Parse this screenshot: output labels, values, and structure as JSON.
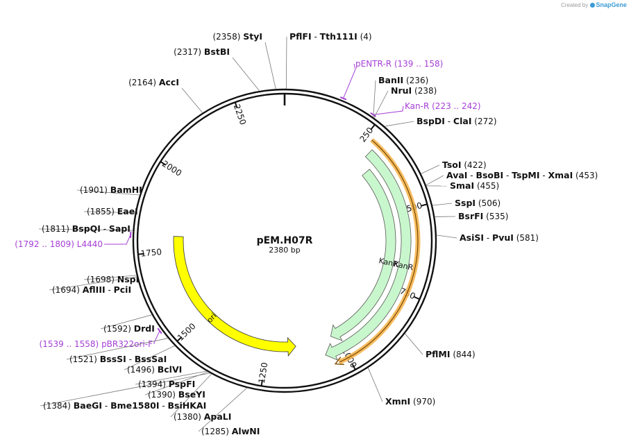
{
  "credit": {
    "prefix": "Created by",
    "brand": "SnapGene"
  },
  "plasmid": {
    "name": "pEM.H07R",
    "length_label": "2380 bp",
    "length": 2380
  },
  "colors": {
    "backbone": "#111111",
    "enzyme_line": "#777777",
    "primer": "#a53ed6",
    "kanr_fill": "#c9f7cd",
    "kanr_stroke": "#555555",
    "ori_fill": "#ffff00",
    "ori_stroke": "#333333",
    "primer_highlight": "#f4b045"
  },
  "ticks": [
    {
      "pos": 250,
      "label": "250"
    },
    {
      "pos": 500,
      "label": "500"
    },
    {
      "pos": 750,
      "label": "750"
    },
    {
      "pos": 1000,
      "label": "1000"
    },
    {
      "pos": 1250,
      "label": "1250"
    },
    {
      "pos": 1500,
      "label": "1500"
    },
    {
      "pos": 1750,
      "label": "1750"
    },
    {
      "pos": 2000,
      "label": "2000"
    },
    {
      "pos": 2250,
      "label": "2250"
    }
  ],
  "features": [
    {
      "name": "KanR",
      "start": 290,
      "end": 1060,
      "direction": "cw",
      "color": "kanr",
      "lane": "outer"
    },
    {
      "name": "KanR",
      "start": 330,
      "end": 1020,
      "direction": "cw",
      "color": "kanr",
      "lane": "inner"
    },
    {
      "name": "ori",
      "start": 1150,
      "end": 1800,
      "direction": "ccw",
      "color": "ori",
      "lane": "inner"
    }
  ],
  "primers": [
    {
      "name": "pENTR-R",
      "range": "(139 .. 158)",
      "pos": 148
    },
    {
      "name": "Kan-R",
      "range": "(223 .. 242)",
      "pos": 232
    },
    {
      "name": "L4440",
      "range": "(1792 .. 1809)",
      "pos": 1800
    },
    {
      "name": "pBR322ori-F",
      "range": "(1539 .. 1558)",
      "pos": 1548
    }
  ],
  "enzymes": [
    {
      "names": [
        "StyI"
      ],
      "pos_label": "(2358)",
      "pos": 2358
    },
    {
      "names": [
        "PflFI",
        "Tth111I"
      ],
      "pos_label": "(4)",
      "pos": 4
    },
    {
      "names": [
        "BstBI"
      ],
      "pos_label": "(2317)",
      "pos": 2317
    },
    {
      "names": [
        "AccI"
      ],
      "pos_label": "(2164)",
      "pos": 2164
    },
    {
      "names": [
        "BanII"
      ],
      "pos_label": "(236)",
      "pos": 236
    },
    {
      "names": [
        "NruI"
      ],
      "pos_label": "(238)",
      "pos": 238
    },
    {
      "names": [
        "BspDI",
        "ClaI"
      ],
      "pos_label": "(272)",
      "pos": 272
    },
    {
      "names": [
        "TsoI"
      ],
      "pos_label": "(422)",
      "pos": 422
    },
    {
      "names": [
        "AvaI",
        "BsoBI",
        "TspMI",
        "XmaI"
      ],
      "pos_label": "(453)",
      "pos": 453
    },
    {
      "names": [
        "SmaI"
      ],
      "pos_label": "(455)",
      "pos": 455
    },
    {
      "names": [
        "SspI"
      ],
      "pos_label": "(506)",
      "pos": 506
    },
    {
      "names": [
        "BsrFI"
      ],
      "pos_label": "(535)",
      "pos": 535
    },
    {
      "names": [
        "AsiSI",
        "PvuI"
      ],
      "pos_label": "(581)",
      "pos": 581
    },
    {
      "names": [
        "PflMI"
      ],
      "pos_label": "(844)",
      "pos": 844
    },
    {
      "names": [
        "XmnI"
      ],
      "pos_label": "(970)",
      "pos": 970
    },
    {
      "names": [
        "AlwNI"
      ],
      "pos_label": "(1285)",
      "pos": 1285
    },
    {
      "names": [
        "ApaLI"
      ],
      "pos_label": "(1380)",
      "pos": 1380
    },
    {
      "names": [
        "BaeGI",
        "Bme1580I",
        "BsiHKAI"
      ],
      "pos_label": "(1384)",
      "pos": 1384
    },
    {
      "names": [
        "BseYI"
      ],
      "pos_label": "(1390)",
      "pos": 1390
    },
    {
      "names": [
        "PspFI"
      ],
      "pos_label": "(1394)",
      "pos": 1394
    },
    {
      "names": [
        "BclVI"
      ],
      "pos_label": "(1496)",
      "pos": 1496
    },
    {
      "names": [
        "BssSI",
        "BssSaI"
      ],
      "pos_label": "(1521)",
      "pos": 1521
    },
    {
      "names": [
        "DrdI"
      ],
      "pos_label": "(1592)",
      "pos": 1592
    },
    {
      "names": [
        "NspI"
      ],
      "pos_label": "(1698)",
      "pos": 1698
    },
    {
      "names": [
        "AflIII",
        "PciI"
      ],
      "pos_label": "(1694)",
      "pos": 1694
    },
    {
      "names": [
        "BspQI",
        "SapI"
      ],
      "pos_label": "(1811)",
      "pos": 1811
    },
    {
      "names": [
        "EaeI"
      ],
      "pos_label": "(1855)",
      "pos": 1855
    },
    {
      "names": [
        "BamHI"
      ],
      "pos_label": "(1901)",
      "pos": 1901
    }
  ]
}
